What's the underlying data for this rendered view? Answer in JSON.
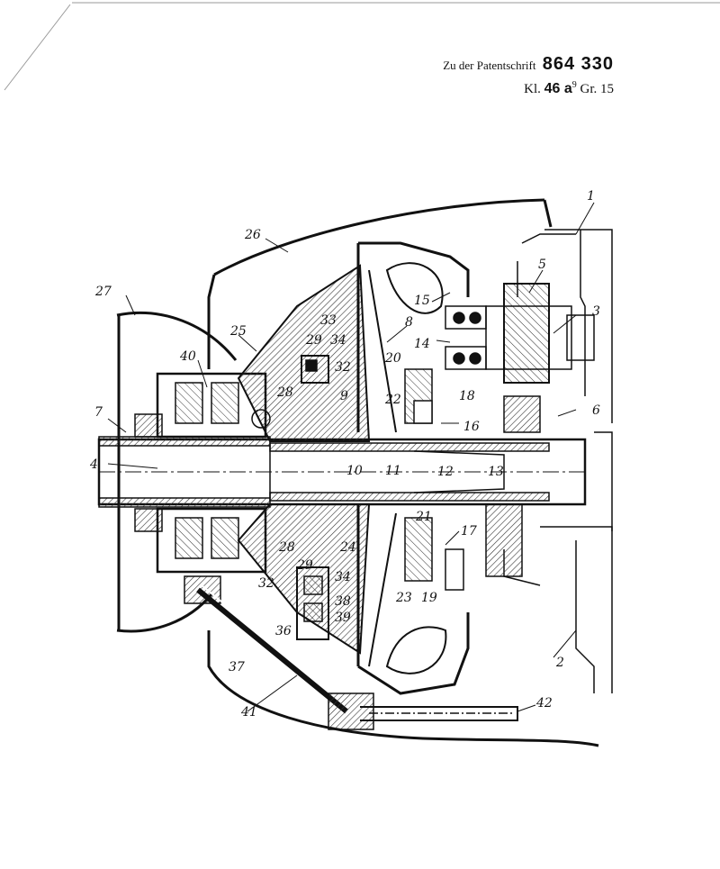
{
  "header": {
    "prefix": "Zu der Patentschrift",
    "patent_number": "864 330",
    "class_label": "Kl.",
    "class_number": "46 a",
    "class_superscript": "9",
    "group": "Gr. 15"
  },
  "colors": {
    "ink": "#111111",
    "paper": "#ffffff",
    "hatch": "#333333"
  },
  "labels": {
    "l1": "1",
    "l2": "2",
    "l3": "3",
    "l4": "4",
    "l5": "5",
    "l6": "6",
    "l7": "7",
    "l8": "8",
    "l9": "9",
    "l10": "10",
    "l11": "11",
    "l12": "12",
    "l13": "13",
    "l14": "14",
    "l15": "15",
    "l16": "16",
    "l17": "17",
    "l18": "18",
    "l19": "19",
    "l20": "20",
    "l21": "21",
    "l22": "22",
    "l23": "23",
    "l24": "24",
    "l25": "25",
    "l26": "26",
    "l27": "27",
    "l28": "28",
    "l29": "29",
    "l32": "32",
    "l33": "33",
    "l34": "34",
    "l36": "36",
    "l37": "37",
    "l38": "38",
    "l39": "39",
    "l40": "40",
    "l41": "41",
    "l42": "42"
  }
}
